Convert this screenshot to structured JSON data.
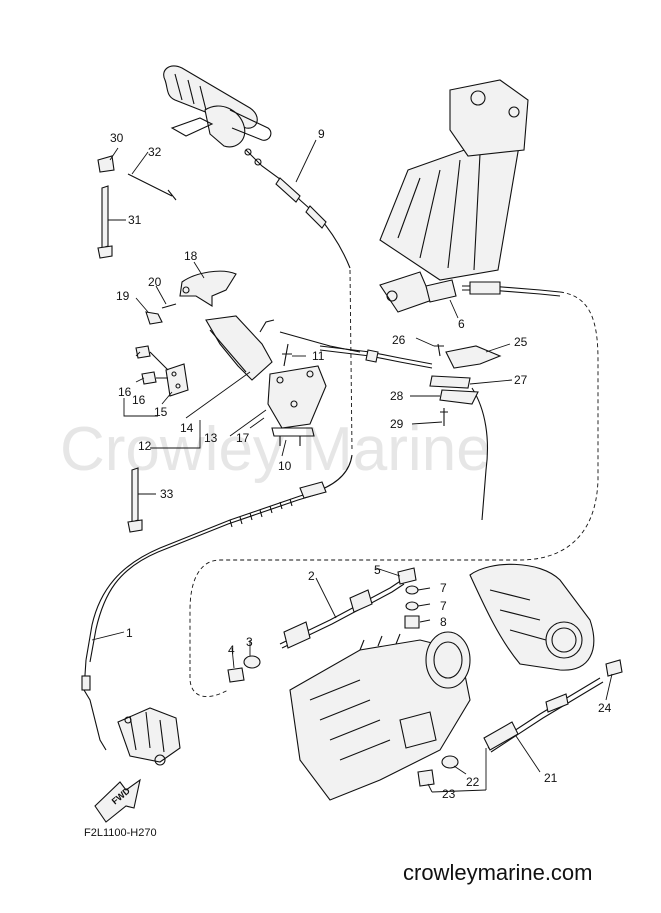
{
  "watermark": "Crowley Marine",
  "diagram_code": "F2L1100-H270",
  "site_name": "crowleymarine.com",
  "fwd_label": "FWD",
  "callouts": [
    "1",
    "2",
    "3",
    "4",
    "5",
    "6",
    "7",
    "7",
    "8",
    "9",
    "10",
    "11",
    "12",
    "13",
    "14",
    "15",
    "16",
    "16",
    "17",
    "18",
    "19",
    "20",
    "21",
    "22",
    "23",
    "24",
    "25",
    "26",
    "27",
    "28",
    "29",
    "30",
    "31",
    "32",
    "33"
  ]
}
